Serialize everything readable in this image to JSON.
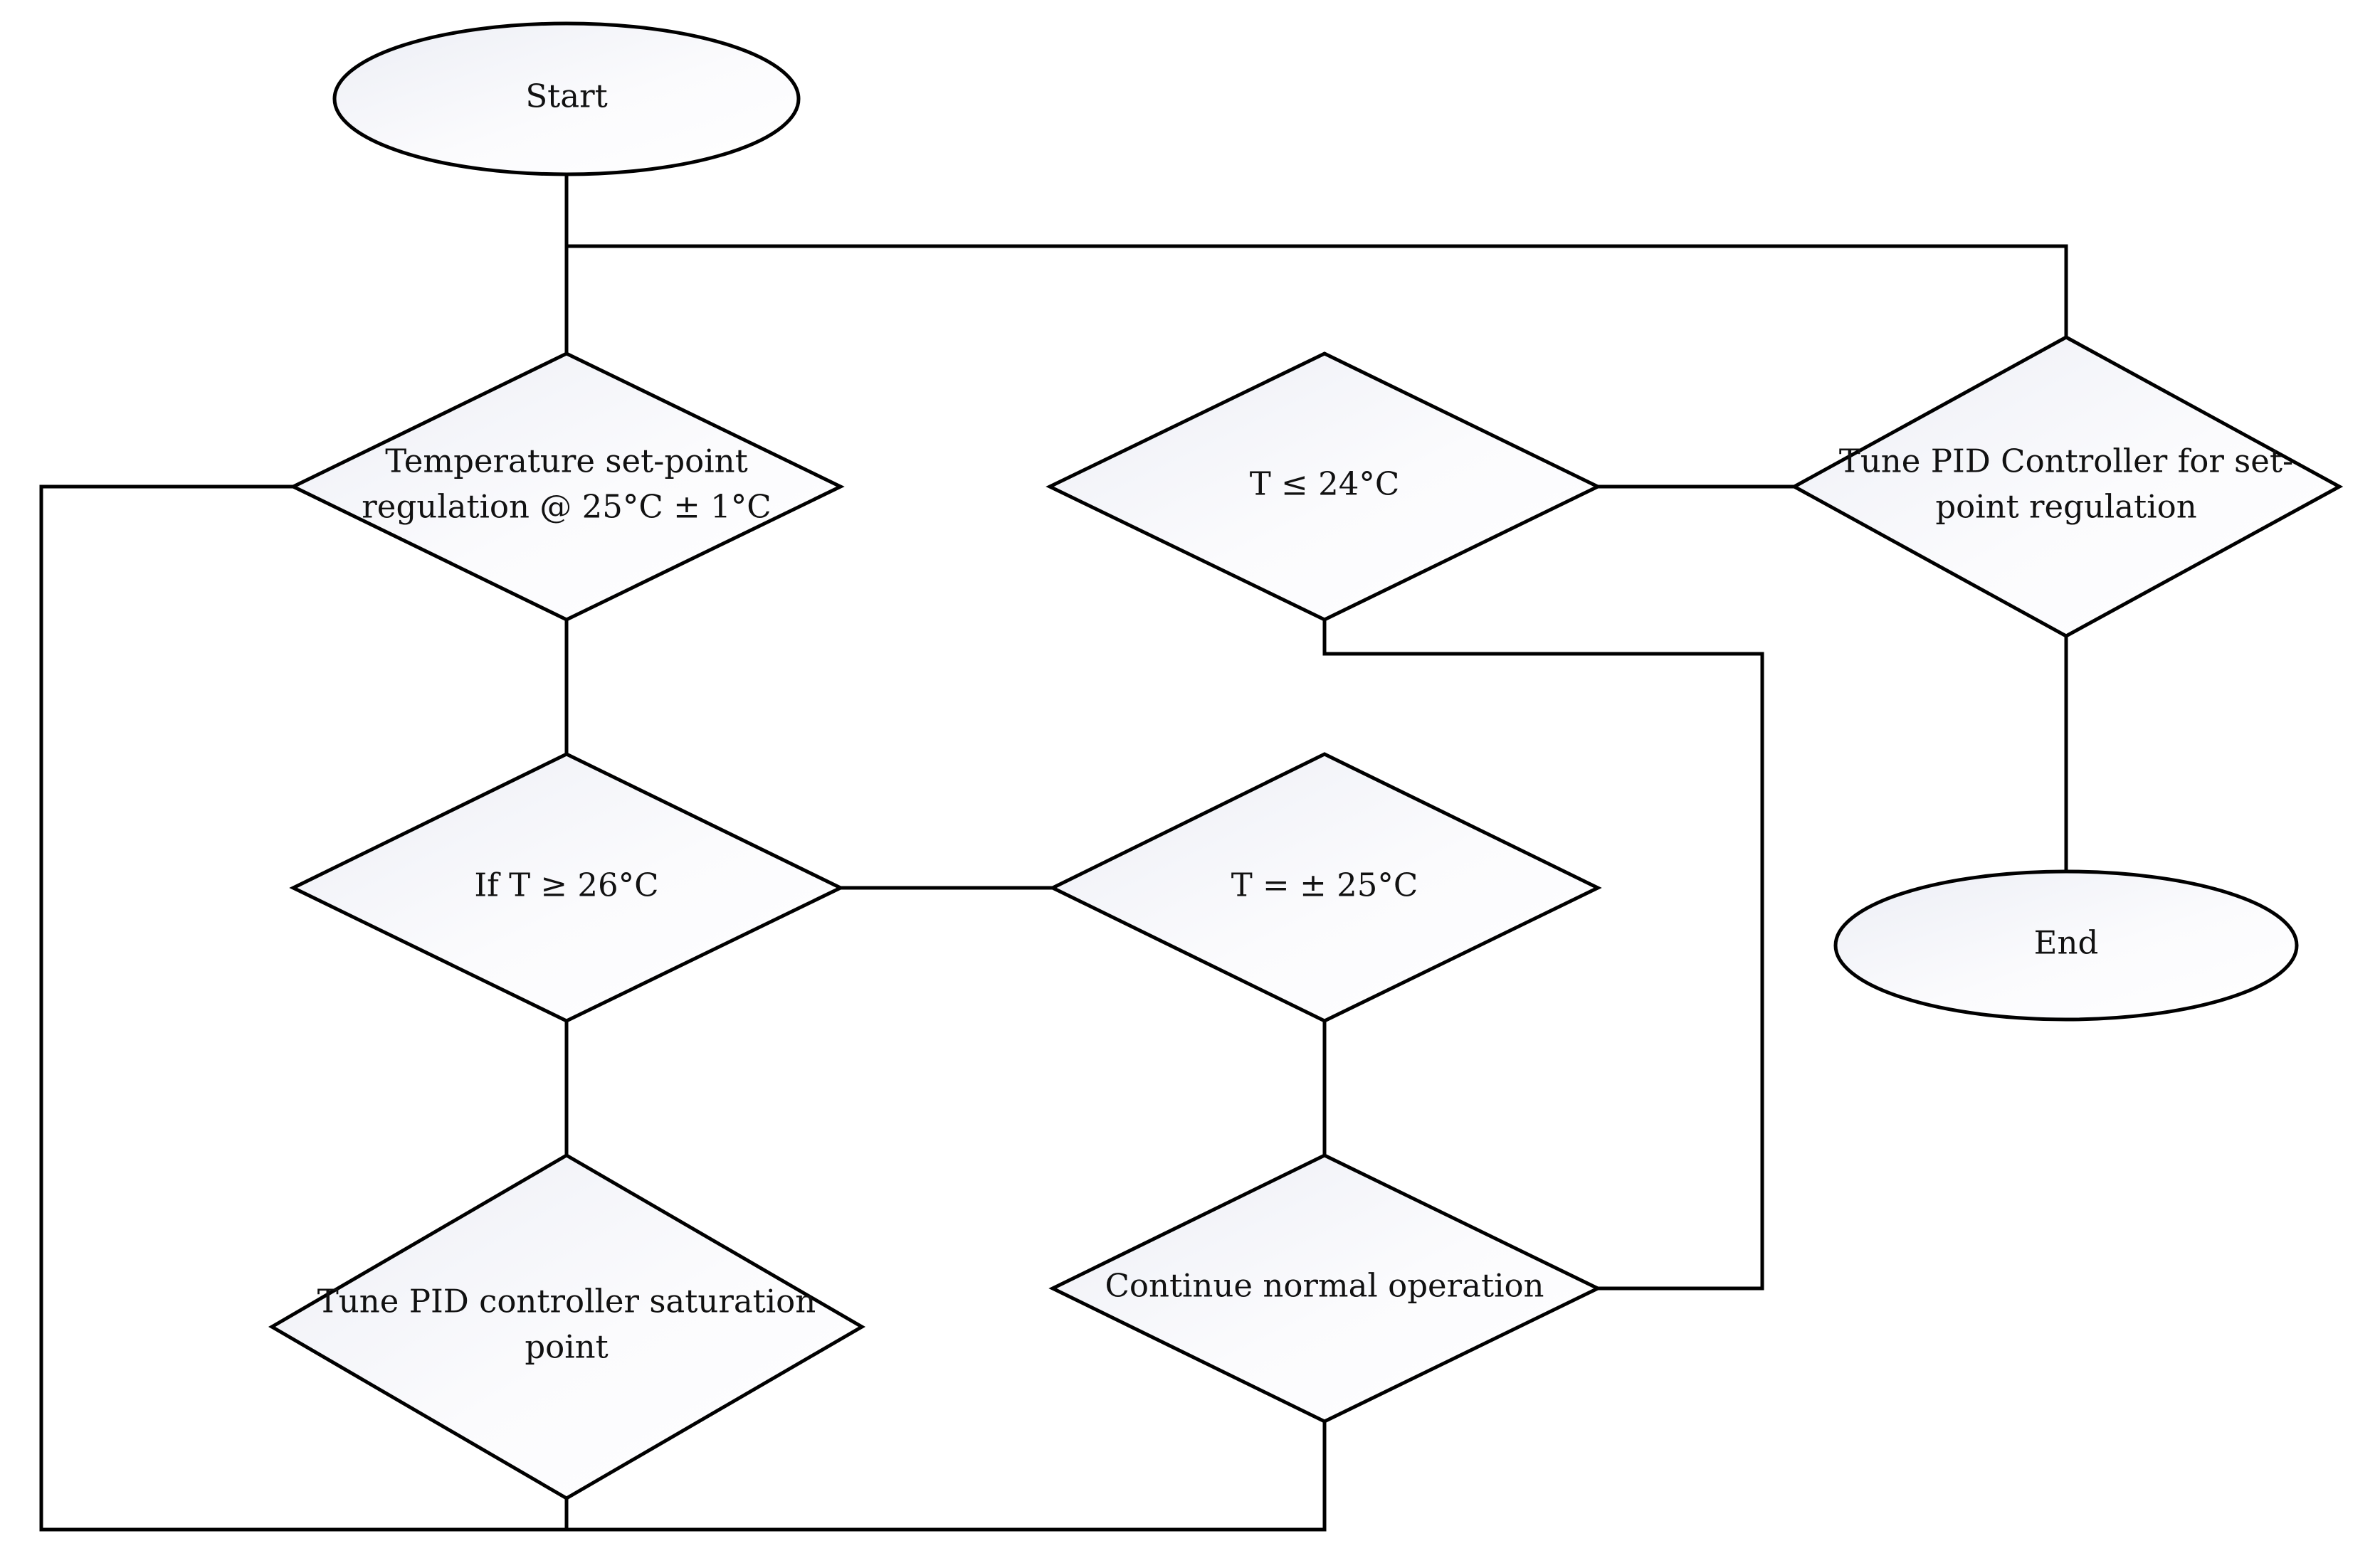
{
  "nodes": {
    "start": {
      "label": "Start"
    },
    "setpoint": {
      "line1": "Temperature set-point",
      "line2": "regulation @ 25°C ± 1°C"
    },
    "if_high": {
      "label": "If T ≥  26°C"
    },
    "tune_saturation": {
      "line1": "Tune PID controller saturation",
      "line2": "point"
    },
    "t_eq": {
      "label": "T = ± 25°C"
    },
    "continue": {
      "label": "Continue normal operation"
    },
    "t_low": {
      "label": "T ≤  24°C"
    },
    "tune_setpoint": {
      "line1": "Tune PID Controller for set-",
      "line2": "point regulation"
    },
    "end": {
      "label": "End"
    }
  }
}
